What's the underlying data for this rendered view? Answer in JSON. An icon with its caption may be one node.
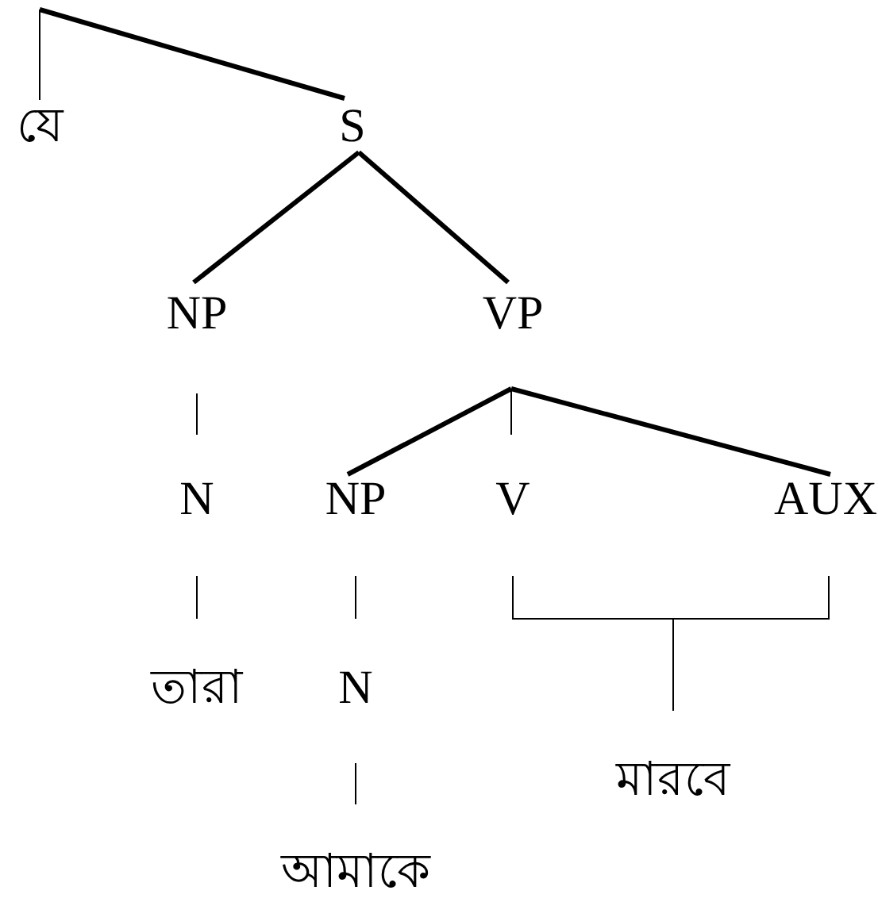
{
  "diagram": {
    "nodes": [
      {
        "text": [
          "যে"
        ]
      },
      {
        "text": [
          "S"
        ]
      },
      {
        "text": [
          "NP"
        ]
      },
      {
        "text": [
          "VP"
        ]
      },
      {
        "text": [
          "N"
        ]
      },
      {
        "text": [
          "NP"
        ]
      },
      {
        "text": [
          "V"
        ]
      },
      {
        "text": [
          "AUX"
        ]
      },
      {
        "text": [
          "তারা"
        ]
      },
      {
        "text": [
          "N"
        ]
      },
      {
        "text": [
          "মারবে"
        ]
      },
      {
        "text": [
          "আমাকে"
        ]
      }
    ],
    "edges": [
      {
        "from": null,
        "to": 0,
        "arrow": "none"
      },
      {
        "from": null,
        "to": 1,
        "arrow": "none",
        "style": "thick"
      },
      {
        "from": 1,
        "to": 2,
        "arrow": "none",
        "style": "thick"
      },
      {
        "from": 1,
        "to": 3,
        "arrow": "none",
        "style": "thick"
      },
      {
        "from": 2,
        "to": 4,
        "arrow": "none"
      },
      {
        "from": 3,
        "to": 5,
        "arrow": "none",
        "style": "thick"
      },
      {
        "from": 3,
        "to": 6,
        "arrow": "none"
      },
      {
        "from": 3,
        "to": 7,
        "arrow": "none",
        "style": "thick"
      },
      {
        "from": 4,
        "to": 8,
        "arrow": "none"
      },
      {
        "from": 5,
        "to": 9,
        "arrow": "none"
      },
      {
        "from": 9,
        "to": 11,
        "arrow": "none"
      },
      {
        "from": 6,
        "to": 10,
        "arrow": "none"
      },
      {
        "from": 7,
        "to": 10,
        "arrow": "none"
      }
    ]
  }
}
